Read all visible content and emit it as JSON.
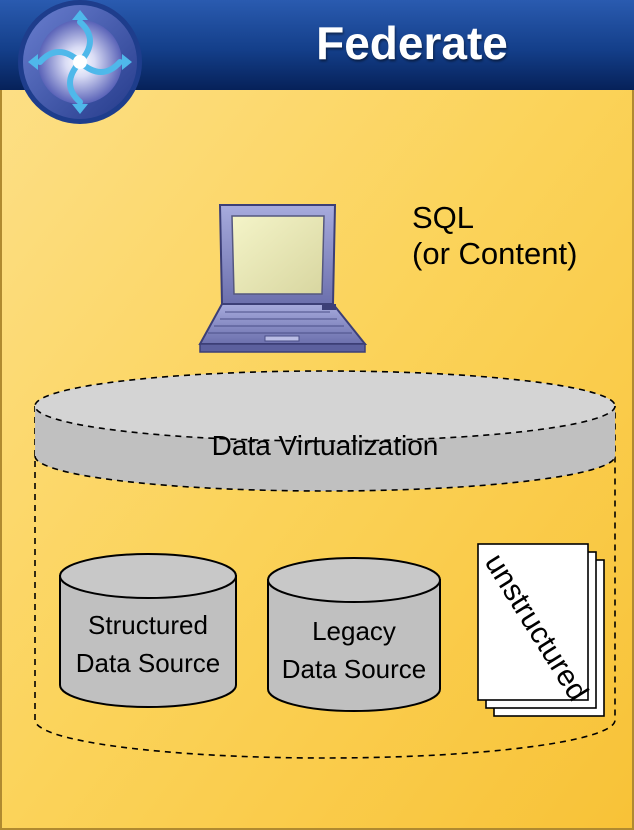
{
  "header": {
    "title": "Federate"
  },
  "query": {
    "line1": "SQL",
    "line2": "(or Content)"
  },
  "virtualization_layer": {
    "label": "Data Virtualization"
  },
  "sources": {
    "structured": {
      "line1": "Structured",
      "line2": "Data Source"
    },
    "legacy": {
      "line1": "Legacy",
      "line2": "Data Source"
    },
    "unstructured": {
      "label": "unstructured"
    }
  },
  "colors": {
    "background": "#fbd35a",
    "header_top": "#1c4a9a",
    "header_bottom": "#0a2a66",
    "cylinder_fill": "#c0c0c0",
    "laptop_body": "#8b8fc7"
  },
  "icons": {
    "logo": "circular-arrows-icon",
    "client": "laptop-icon",
    "documents": "stacked-documents-icon"
  }
}
